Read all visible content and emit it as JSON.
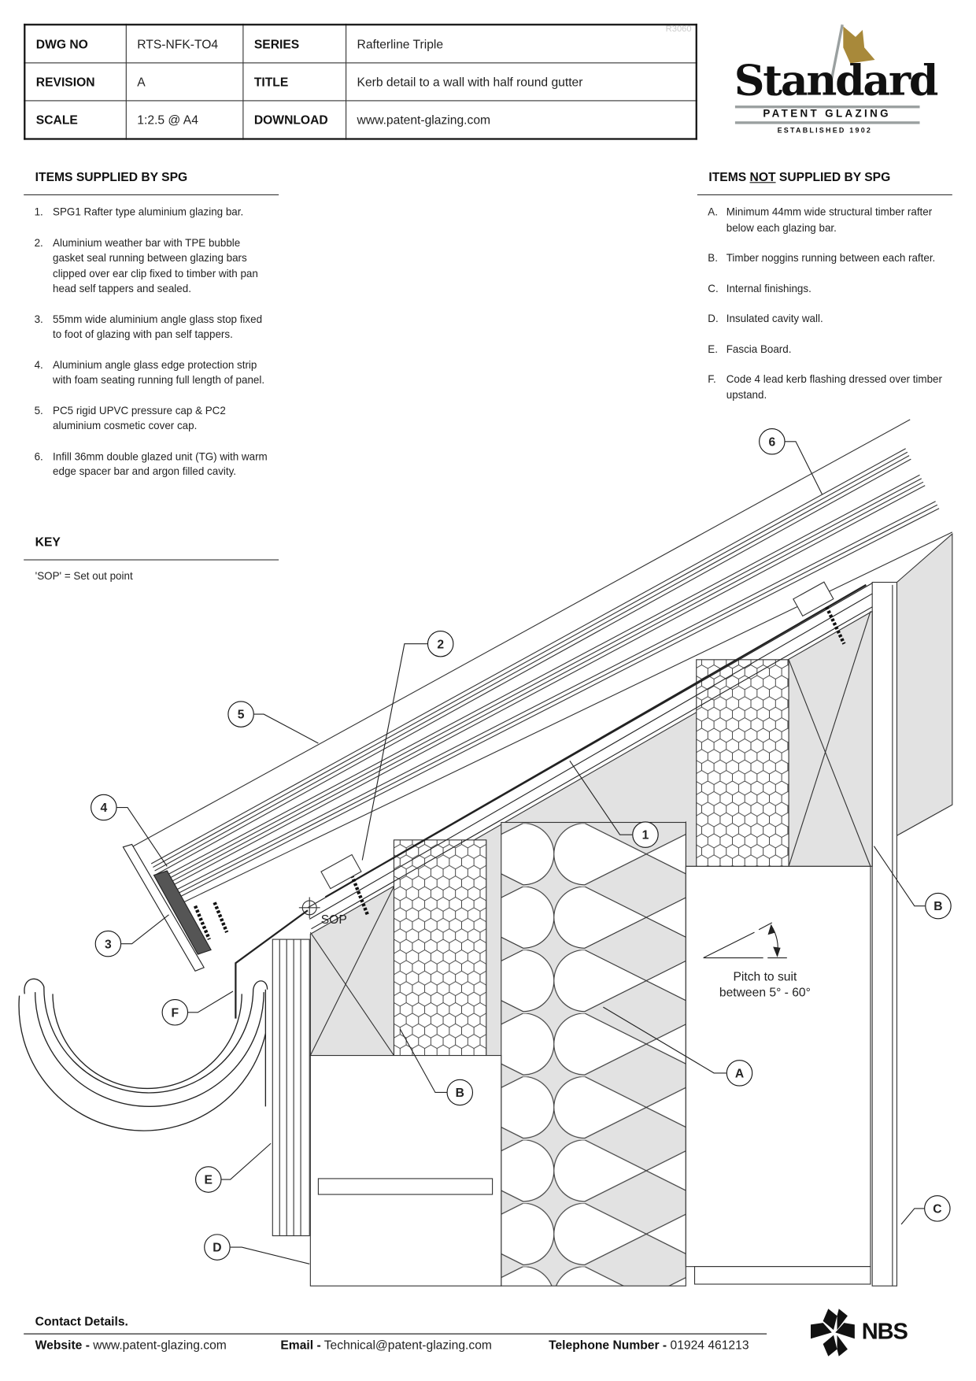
{
  "header": {
    "rows": [
      {
        "k1": "DWG NO",
        "v1": "RTS-NFK-TO4",
        "k2": "SERIES",
        "v2": "Rafterline Triple"
      },
      {
        "k1": "REVISION",
        "v1": "A",
        "k2": "TITLE",
        "v2": "Kerb detail to a wall with half round gutter"
      },
      {
        "k1": "SCALE",
        "v1": "1:2.5 @ A4",
        "k2": "DOWNLOAD",
        "v2": "www.patent-glazing.com"
      }
    ],
    "ref": "R3060"
  },
  "logo": {
    "name": "Standard",
    "sub": "PATENT GLAZING",
    "est": "ESTABLISHED 1902",
    "gold": "#a8893a",
    "grey": "#9aa0a0"
  },
  "supplied": {
    "title": "ITEMS SUPPLIED BY SPG",
    "items": [
      {
        "n": "1.",
        "t": "SPG1 Rafter type aluminium glazing bar."
      },
      {
        "n": "2.",
        "t": "Aluminium weather bar with TPE bubble gasket seal running between glazing bars clipped over ear clip fixed to timber with pan head self tappers and sealed."
      },
      {
        "n": "3.",
        "t": "55mm wide aluminium angle glass stop fixed to foot of glazing with pan self tappers."
      },
      {
        "n": "4.",
        "t": "Aluminium angle glass edge protection strip with foam seating running full length of panel."
      },
      {
        "n": "5.",
        "t": "PC5 rigid UPVC pressure cap & PC2 aluminium cosmetic cover cap."
      },
      {
        "n": "6.",
        "t": "Infill 36mm double glazed unit (TG) with warm edge spacer bar and argon filled cavity."
      }
    ]
  },
  "not_supplied": {
    "title_pre": "ITEMS ",
    "title_u": "NOT",
    "title_post": " SUPPLIED BY SPG",
    "items": [
      {
        "n": "A.",
        "t": "Minimum 44mm wide structural timber rafter below each glazing bar."
      },
      {
        "n": "B.",
        "t": "Timber noggins running between each rafter."
      },
      {
        "n": "C.",
        "t": "Internal finishings."
      },
      {
        "n": "D.",
        "t": "Insulated cavity wall."
      },
      {
        "n": "E.",
        "t": "Fascia Board."
      },
      {
        "n": "F.",
        "t": "Code 4 lead kerb flashing dressed over timber upstand."
      }
    ]
  },
  "key": {
    "title": "KEY",
    "text": "'SOP' = Set out point"
  },
  "drawing": {
    "sop": "SOP",
    "pitch_line1": "Pitch to suit",
    "pitch_line2": "between 5° - 60°",
    "callouts": {
      "c6": "6",
      "c2": "2",
      "c5": "5",
      "c4": "4",
      "c1": "1",
      "c3": "3",
      "cF": "F",
      "cB1": "B",
      "cA": "A",
      "cB2": "B",
      "cE": "E",
      "cD": "D",
      "cC": "C"
    }
  },
  "footer": {
    "title": "Contact Details.",
    "website_label": "Website",
    "website": "www.patent-glazing.com",
    "email_label": "Email",
    "email": "Technical@patent-glazing.com",
    "phone_label": "Telephone Number",
    "phone": "01924 461213",
    "sep": "-",
    "nbs": "NBS"
  }
}
